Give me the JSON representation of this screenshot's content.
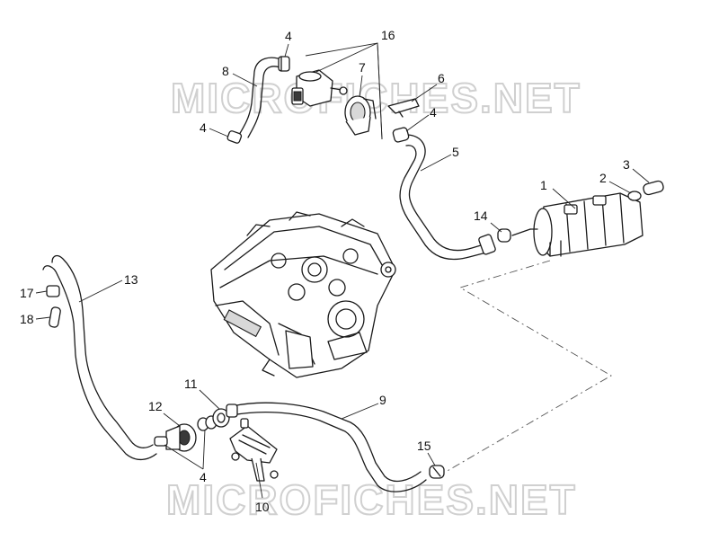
{
  "watermarks": [
    "MICROFICHES.NET",
    "MICROFICHES.NET"
  ],
  "callouts": {
    "p1": "1",
    "p2": "2",
    "p3": "3",
    "p4a": "4",
    "p4b": "4",
    "p4c": "4",
    "p4d": "4",
    "p5": "5",
    "p6": "6",
    "p7": "7",
    "p8": "8",
    "p9": "9",
    "p10": "10",
    "p11": "11",
    "p12": "12",
    "p13": "13",
    "p14": "14",
    "p15": "15",
    "p16": "16",
    "p17": "17",
    "p18": "18"
  }
}
